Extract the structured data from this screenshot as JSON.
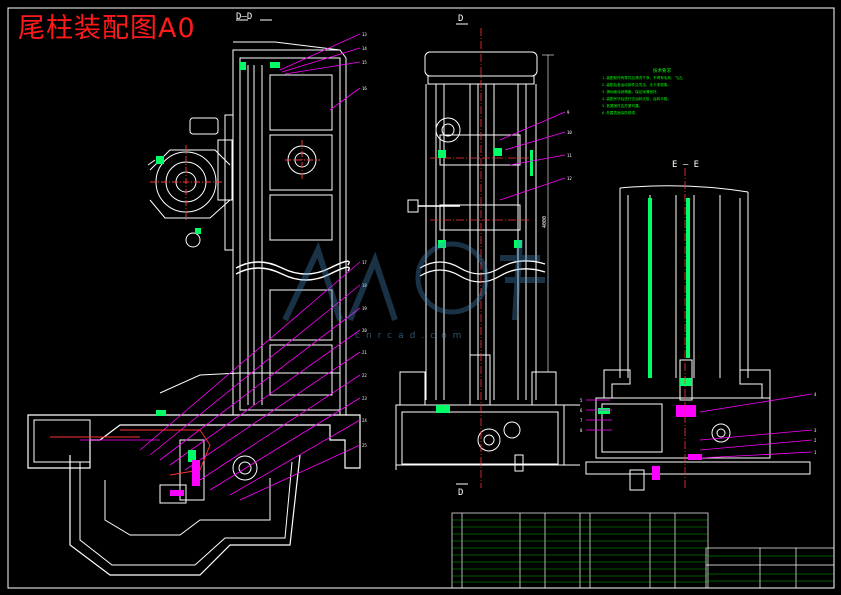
{
  "title": "尾柱装配图A0",
  "section_labels": {
    "d_top": "D",
    "d_bottom": "D",
    "e_pair": "E — E",
    "d_left_top": "D—D"
  },
  "technical_notes": {
    "heading": "技术要求",
    "lines": [
      "1.装配前所有零件应清洗干净，不得有毛刺、飞边。",
      "2.装配后各运动部件应灵活，无卡滞现象。",
      "3.滑动面涂润滑脂，保证润滑良好。",
      "4.装配完毕后进行空运转试验，运转平稳。",
      "5.各紧固件应拧紧可靠。",
      "6.外露表面涂防锈漆。"
    ]
  },
  "dimension_text": "4000",
  "watermark": {
    "text": "cnrcad.com"
  },
  "colors": {
    "background": "#000000",
    "outline": "#ffffff",
    "leader": "#ff00ff",
    "center_line": "#ff3333",
    "notes": "#00ff00",
    "border": "#ffffff"
  }
}
